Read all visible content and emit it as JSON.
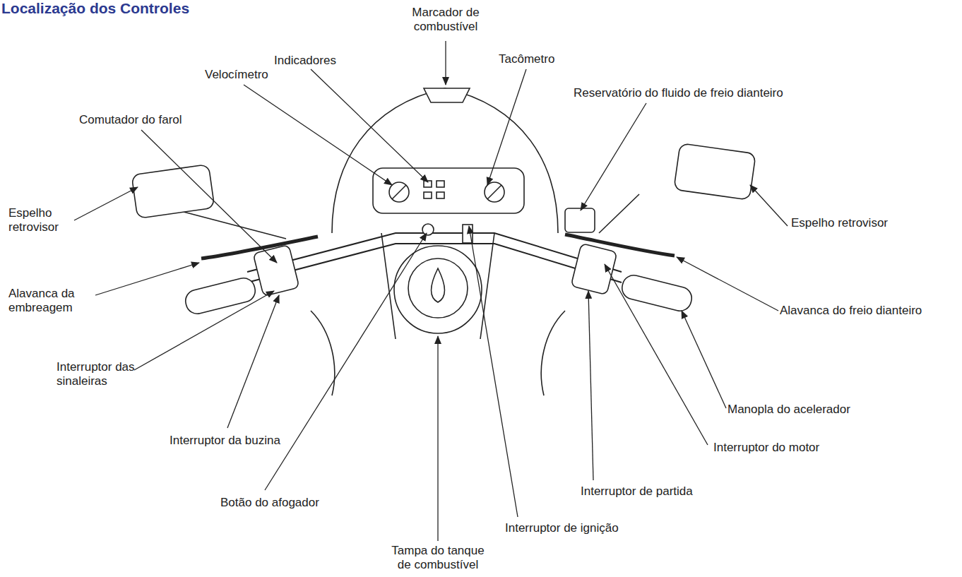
{
  "diagram": {
    "title": "Localização dos Controles",
    "labels": [
      "Marcador de combustível",
      "Indicadores",
      "Tacômetro",
      "Velocímetro",
      "Reservatório do fluido de freio dianteiro",
      "Comutador do farol",
      "Espelho retrovisor",
      "Espelho retrovisor",
      "Alavanca da embreagem",
      "Alavanca do freio dianteiro",
      "Interruptor das sinaleiras",
      "Manopla do acelerador",
      "Interruptor da buzina",
      "Interruptor do motor",
      "Interruptor de partida",
      "Botão do afogador",
      "Interruptor de ignição",
      "Tampa do tanque de combustível"
    ]
  }
}
